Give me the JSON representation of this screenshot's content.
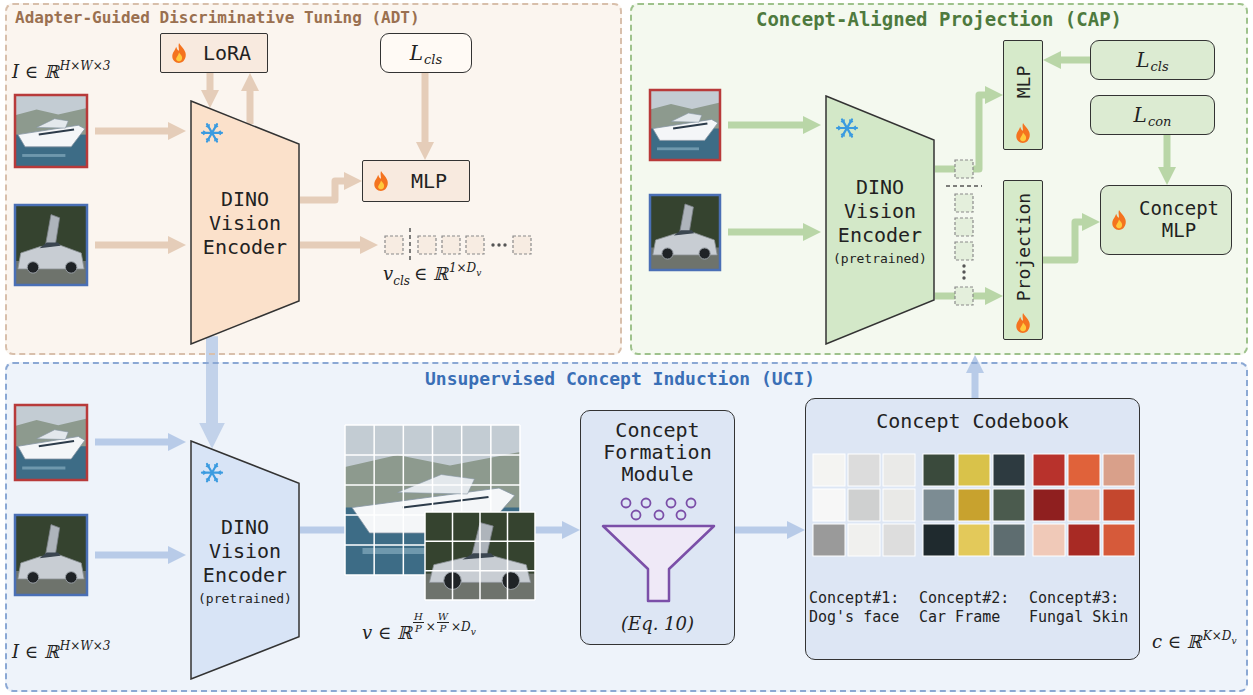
{
  "diagram": {
    "nodes": [
      {
        "text": [
          "Adapter-Guided Discriminative Tuning (ADT)"
        ]
      },
      {
        "text": [
          "LoRA"
        ],
        "in": 0
      },
      {
        "text": [
          "L",
          "cls"
        ],
        "in": 0
      },
      {
        "text": [
          "DINO Vision Encoder"
        ],
        "in": 0
      },
      {
        "text": [
          "MLP"
        ],
        "in": 0
      },
      {
        "text": [
          "Concept-Aligned Projection (CAP)"
        ]
      },
      {
        "text": [
          "DINO Vision Encoder",
          "(pretrained)"
        ],
        "in": 5
      },
      {
        "text": [
          "MLP"
        ],
        "in": 5
      },
      {
        "text": [
          "Projection"
        ],
        "in": 5
      },
      {
        "text": [
          "L",
          "cls"
        ],
        "in": 5
      },
      {
        "text": [
          "L",
          "con"
        ],
        "in": 5
      },
      {
        "text": [
          "Concept MLP"
        ],
        "in": 5
      },
      {
        "text": [
          "Unsupervised Concept Induction (UCI)"
        ]
      },
      {
        "text": [
          "DINO Vision Encoder",
          "(pretrained)"
        ],
        "in": 12
      },
      {
        "text": [
          "Concept Formation Module",
          "(Eq. 10)"
        ],
        "in": 12
      },
      {
        "text": [
          "Concept Codebook",
          "Concept#1: Dog's face",
          "Concept#2: Car Frame",
          "Concept#3: Fungal Skin"
        ],
        "in": 12
      }
    ],
    "edges": [
      {
        "from": 1,
        "to": 3,
        "arrow": "to"
      },
      {
        "from": 3,
        "to": 1,
        "arrow": "to"
      },
      {
        "from": 3,
        "to": 4,
        "arrow": "to"
      },
      {
        "from": 2,
        "to": 4,
        "arrow": "to"
      },
      {
        "from": 3,
        "to": 13,
        "arrow": "to"
      },
      {
        "from": 6,
        "to": 7,
        "arrow": "to"
      },
      {
        "from": 6,
        "to": 8,
        "arrow": "to"
      },
      {
        "from": 9,
        "to": 7,
        "arrow": "to"
      },
      {
        "from": 10,
        "to": 11,
        "arrow": "to"
      },
      {
        "from": 8,
        "to": 11,
        "arrow": "to"
      },
      {
        "from": 13,
        "to": 14,
        "arrow": "to"
      },
      {
        "from": 14,
        "to": 15,
        "arrow": "to"
      },
      {
        "from": 15,
        "to": 5,
        "arrow": "to"
      }
    ],
    "labels": [
      "I ∈ ℝ",
      "H×W×3",
      "v",
      "cls",
      "∈ ℝ",
      "1×D",
      "v",
      "I ∈ ℝ",
      "H×W×3",
      "v ∈ ℝ",
      "H",
      "P",
      "×",
      "W",
      "P",
      "×D",
      "v",
      "c ∈ ℝ",
      "K×D",
      "v"
    ]
  }
}
